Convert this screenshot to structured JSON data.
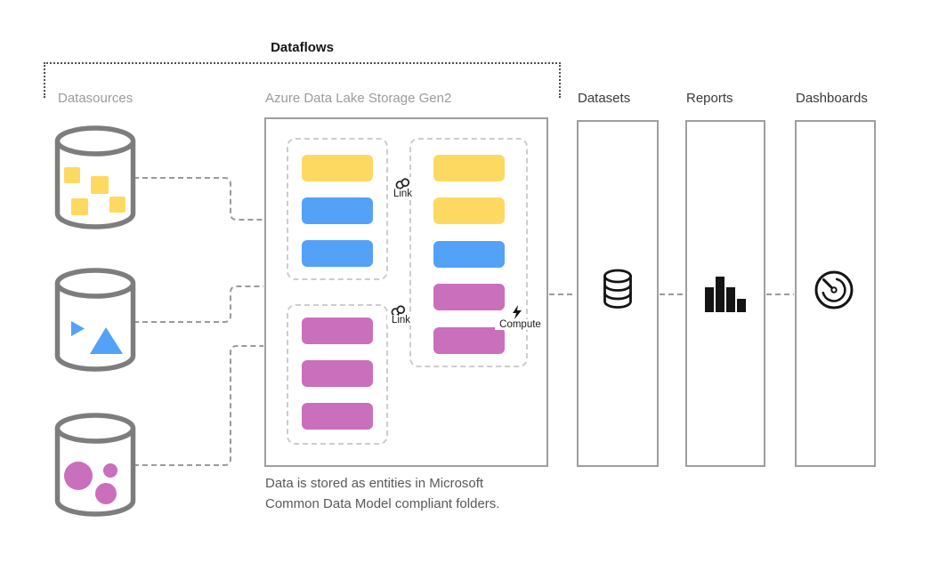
{
  "title": "Dataflows",
  "labels": {
    "datasources": "Datasources",
    "adls": "Azure Data Lake Storage Gen2",
    "datasets": "Datasets",
    "reports": "Reports",
    "dashboards": "Dashboards"
  },
  "caption": "Data is stored as entities in Microsoft Common Data Model compliant folders.",
  "annotations": {
    "link1": "Link",
    "link2": "Link",
    "compute": "Compute"
  },
  "colors": {
    "yellow": "#FED961",
    "blue": "#54A1F8",
    "magenta": "#C96FBC",
    "cylinder-stroke": "#7D7D7D",
    "box-border": "#9E9E9E",
    "group-border": "#CDCDCD",
    "connector": "#9A9A9A",
    "bracket": "#4F4F4F",
    "label-gray": "#9B9B9B",
    "label-dark": "#3A3A3A",
    "caption-gray": "#595959",
    "ink": "#141414"
  },
  "entities": {
    "staging_group1": [
      {
        "color": "yellow"
      },
      {
        "color": "blue"
      },
      {
        "color": "blue"
      }
    ],
    "staging_group2": [
      {
        "color": "magenta"
      },
      {
        "color": "magenta"
      },
      {
        "color": "magenta"
      }
    ],
    "curated_group": [
      {
        "color": "yellow"
      },
      {
        "color": "yellow"
      },
      {
        "color": "blue"
      },
      {
        "color": "magenta"
      },
      {
        "color": "magenta"
      }
    ]
  }
}
